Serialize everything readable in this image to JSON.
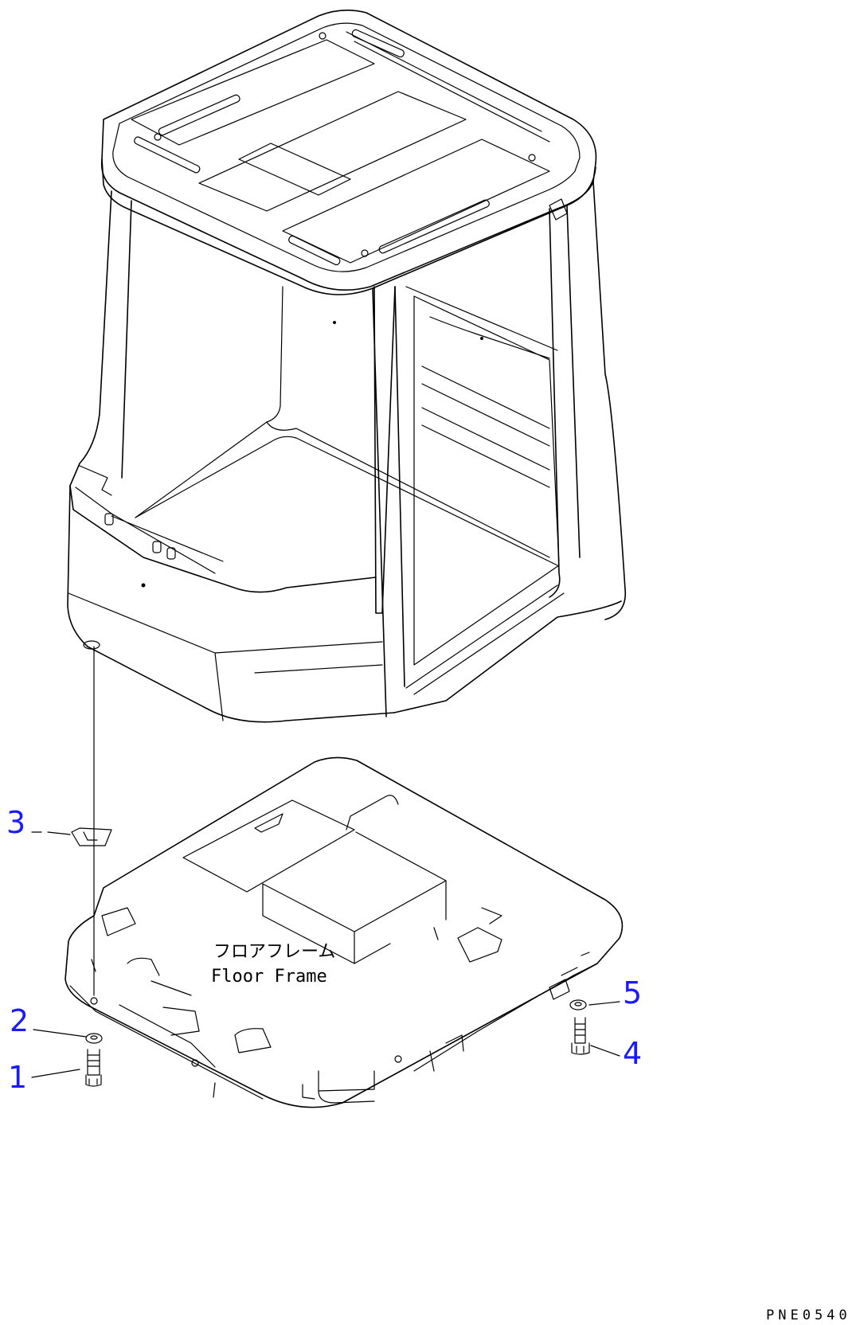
{
  "diagram": {
    "part_label_jp": "フロアフレーム",
    "part_label_en": "Floor Frame",
    "drawing_code": "PNE0540",
    "callouts": [
      {
        "id": "1",
        "text": "1"
      },
      {
        "id": "2",
        "text": "2"
      },
      {
        "id": "3",
        "text": "3"
      },
      {
        "id": "4",
        "text": "4"
      },
      {
        "id": "5",
        "text": "5"
      }
    ],
    "colors": {
      "callout": "#1a1aff",
      "line": "#000000",
      "background": "#ffffff"
    }
  }
}
